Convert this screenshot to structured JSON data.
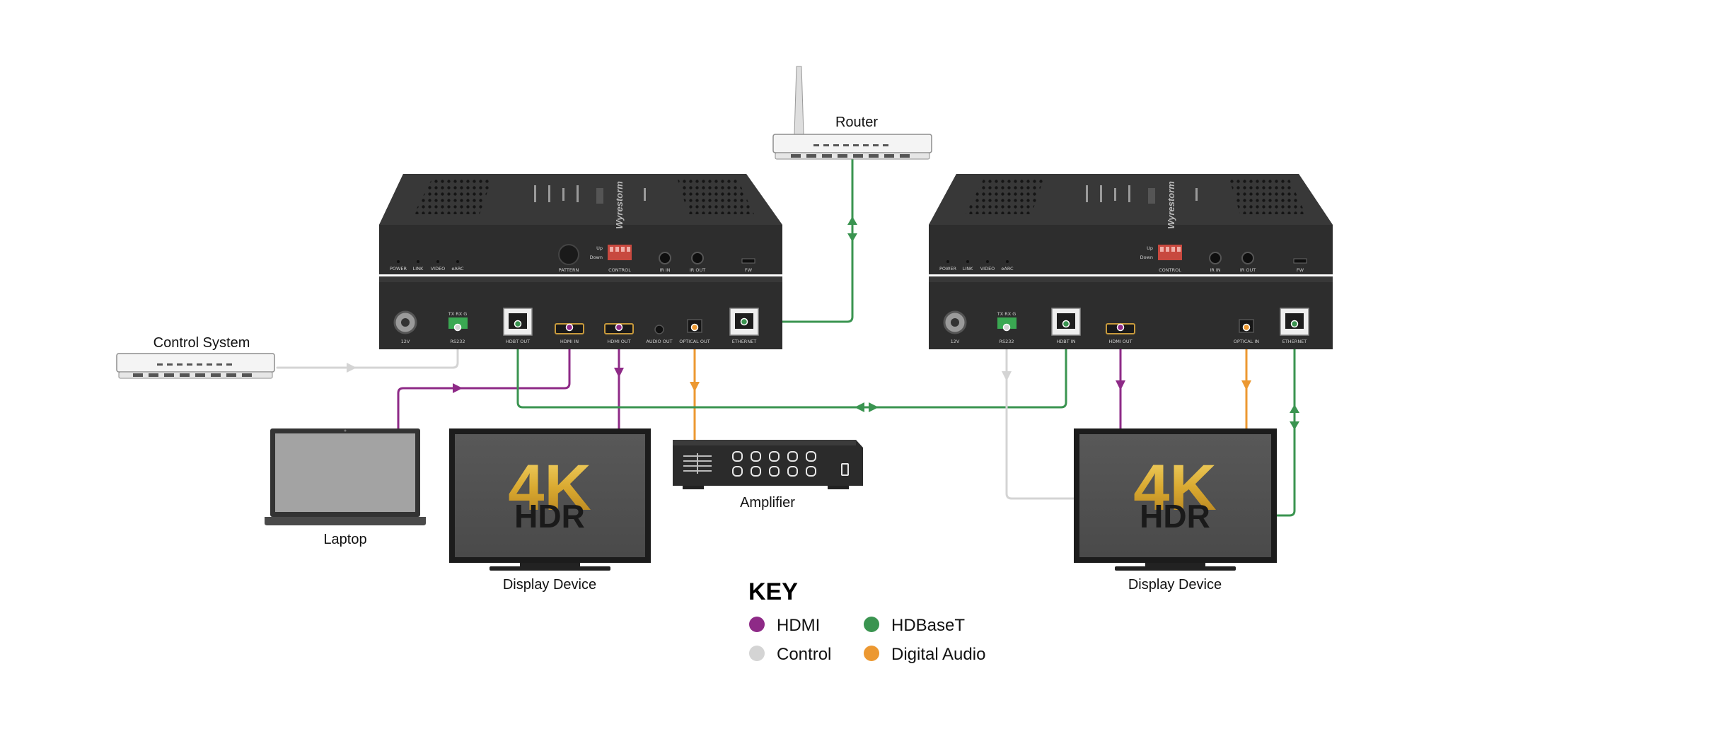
{
  "devices": {
    "router": "Router",
    "control_system": "Control System",
    "laptop": "Laptop",
    "display_left": "Display Device",
    "display_right": "Display Device",
    "amplifier": "Amplifier"
  },
  "display_badge": {
    "line1": "4K",
    "line2": "HDR"
  },
  "transmitter": {
    "brand": "Wyrestorm",
    "top_labels": [
      "POWER",
      "LINK",
      "VIDEO",
      "eARC",
      "PATTERN",
      "CONTROL",
      "IR IN",
      "IR OUT",
      "FW"
    ],
    "dip_labels": [
      "Up",
      "Down"
    ],
    "back_labels": [
      "12V",
      "RS232",
      "HDBT OUT",
      "HDMI IN",
      "HDMI OUT",
      "AUDIO OUT",
      "OPTICAL OUT",
      "ETHERNET"
    ],
    "rs232_pins": "TX RX G"
  },
  "receiver": {
    "brand": "Wyrestorm",
    "top_labels": [
      "POWER",
      "LINK",
      "VIDEO",
      "eARC",
      "CONTROL",
      "IR IN",
      "IR OUT",
      "FW"
    ],
    "dip_labels": [
      "Up",
      "Down"
    ],
    "back_labels": [
      "12V",
      "RS232",
      "HDBT IN",
      "HDMI OUT",
      "OPTICAL IN",
      "ETHERNET"
    ],
    "rs232_pins": "TX RX G"
  },
  "key": {
    "title": "KEY",
    "items": [
      {
        "label": "HDMI",
        "color": "#8e2a87"
      },
      {
        "label": "HDBaseT",
        "color": "#3a9450"
      },
      {
        "label": "Control",
        "color": "#d4d4d4"
      },
      {
        "label": "Digital Audio",
        "color": "#ec9831"
      }
    ]
  },
  "colors": {
    "hdmi": "#8e2a87",
    "hdbaset": "#3a9450",
    "control": "#d4d4d4",
    "digital_audio": "#ec9831",
    "device_body": "#2d2d2d"
  }
}
